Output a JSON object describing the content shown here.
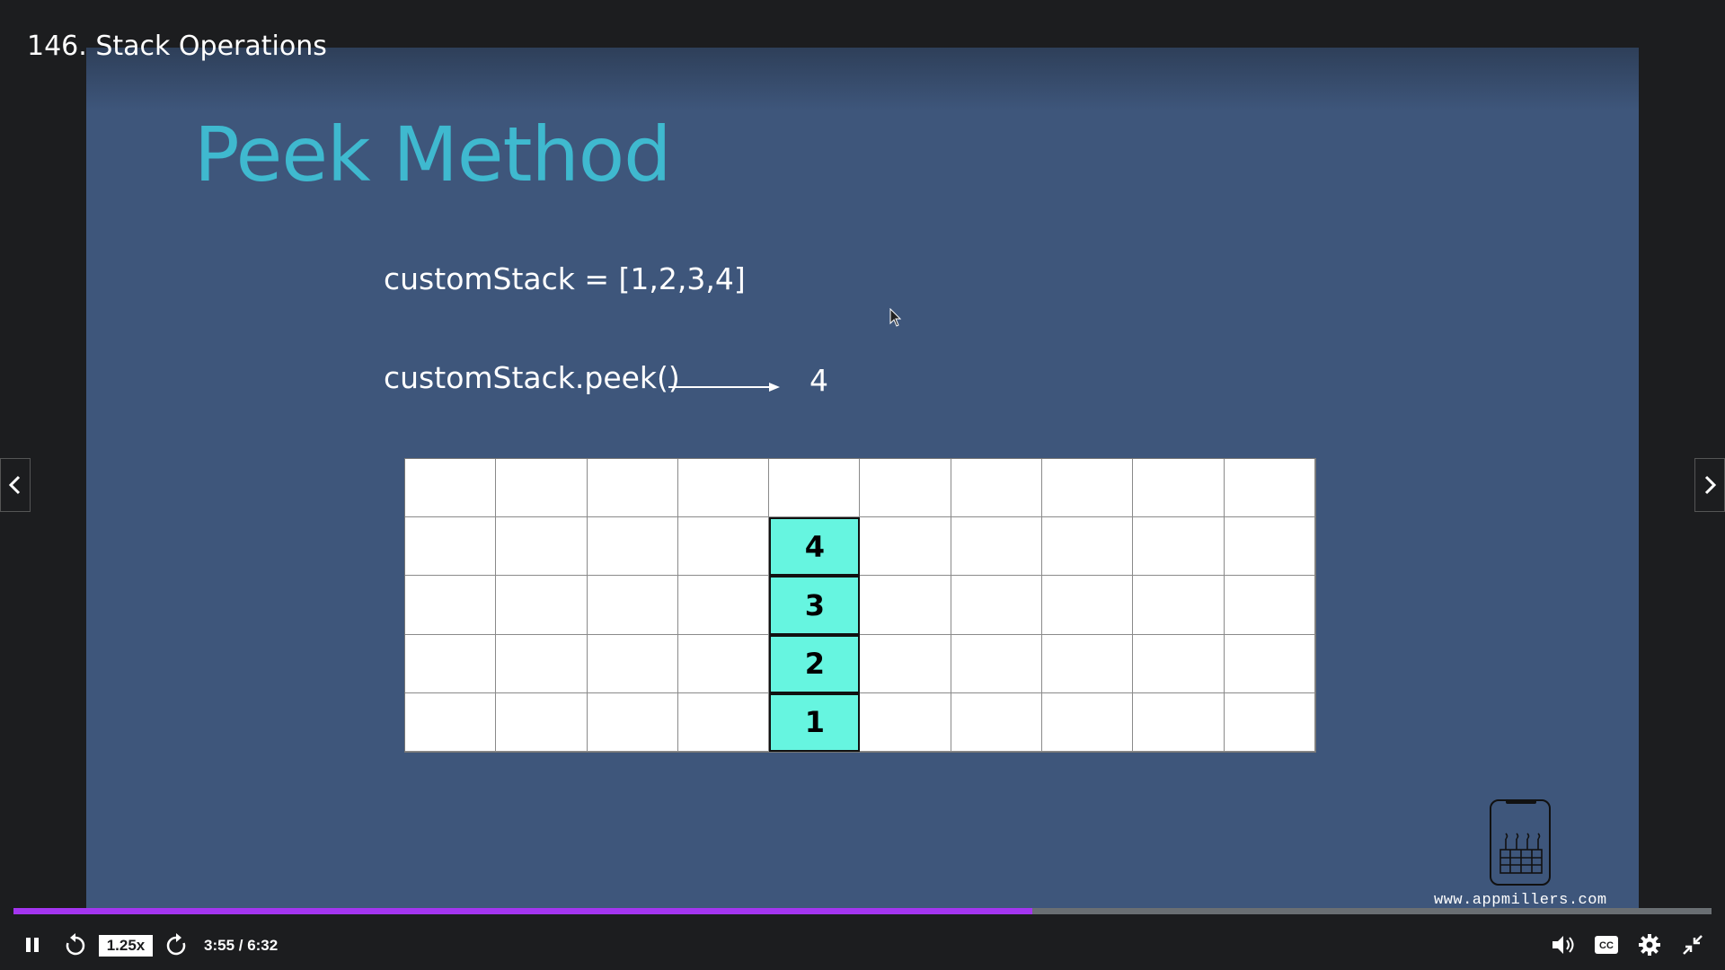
{
  "lecture": {
    "title": "146. Stack Operations"
  },
  "slide": {
    "title": "Peek Method",
    "code_line_1": "customStack = [1,2,3,4]",
    "code_line_2": "customStack.peek()",
    "result": "4",
    "stack_values": [
      "4",
      "3",
      "2",
      "1"
    ],
    "grid": {
      "rows": 5,
      "cols": 10,
      "stack_column": 5
    },
    "logo_url": "www.appmillers.com",
    "colors": {
      "title": "#3fb9cf",
      "background": "#3e567b",
      "stack_cell": "#66f5e0"
    }
  },
  "player": {
    "speed_label": "1.25x",
    "time": "3:55 / 6:32",
    "progress": 0.6,
    "accent": "#a435f0",
    "icons": {
      "pause": "pause-icon",
      "rewind": "rewind-icon",
      "forward": "forward-icon",
      "volume": "volume-icon",
      "captions": "captions-icon",
      "settings": "gear-icon",
      "exit_fullscreen": "exit-fullscreen-icon",
      "prev": "chevron-left-icon",
      "next": "chevron-right-icon"
    }
  }
}
